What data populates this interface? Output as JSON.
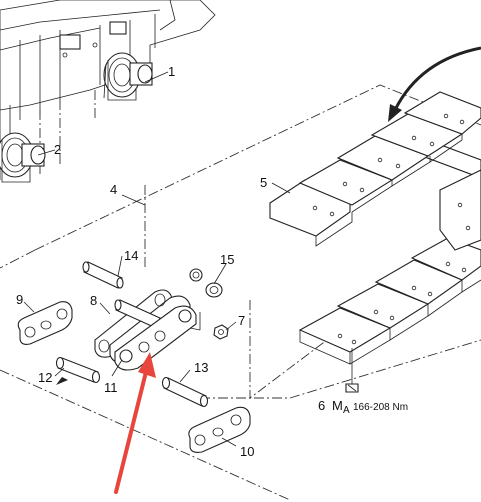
{
  "callouts": {
    "c1": "1",
    "c2": "2",
    "c4": "4",
    "c5": "5",
    "c6": "6",
    "c7": "7",
    "c8": "8",
    "c9": "9",
    "c10": "10",
    "c11": "11",
    "c12": "12",
    "c13": "13",
    "c14": "14",
    "c15": "15"
  },
  "torque": {
    "symbol": "M",
    "subscript": "A",
    "value": "166-208 Nm"
  },
  "colors": {
    "line": "#222222",
    "highlight_arrow": "#e8463c",
    "background": "#ffffff"
  }
}
